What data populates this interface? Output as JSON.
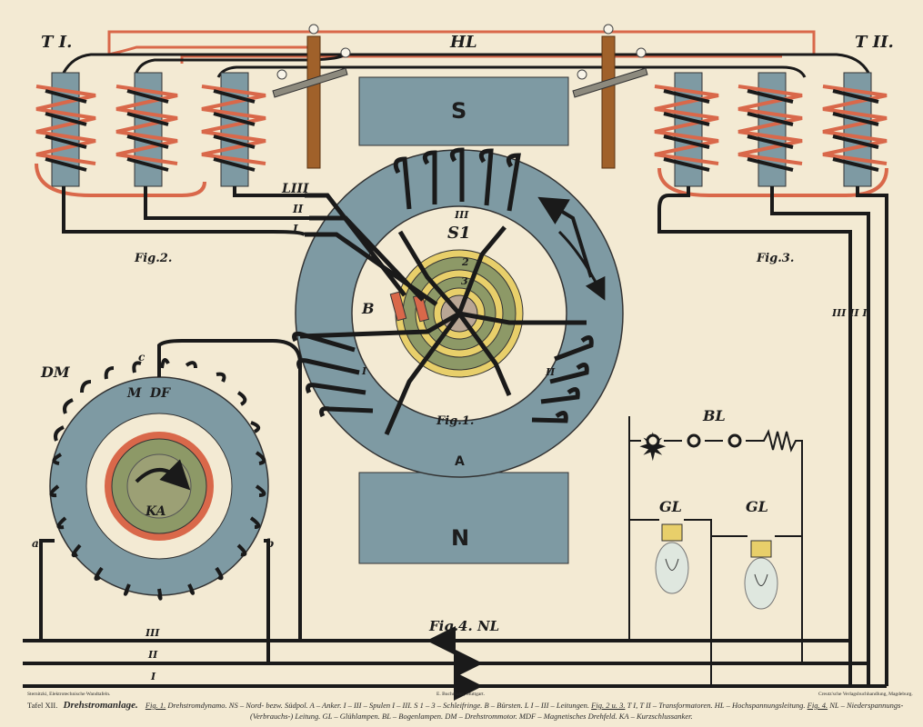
{
  "labels": {
    "t1": "T I.",
    "t2": "T II.",
    "hl": "HL",
    "fig2": "Fig.2.",
    "fig3": "Fig.3.",
    "fig1": "Fig.1.",
    "fig4": "Fig.4. NL",
    "lm": "LIII",
    "l2": "II",
    "l1": "I",
    "s1": "S1",
    "ring2": "2",
    "ring3": "3",
    "brush": "B",
    "coil3": "III",
    "coil1": "I",
    "coil2": "II",
    "armature": "A",
    "pole_s": "S",
    "pole_n": "N",
    "dm": "DM",
    "m": "M",
    "df": "DF",
    "ka": "KA",
    "tap_a": "a",
    "tap_b": "b",
    "tap_c": "c",
    "bl": "BL",
    "gl1": "GL",
    "gl2": "GL",
    "right_lines": "III  II  I",
    "nl3": "III",
    "nl2": "II",
    "nl1": "I"
  },
  "footer": {
    "left_small": "Sternitzki, Elektrotechnische Wandtafeln.",
    "center_small": "E. Buchmann, Stuttgart.",
    "right_small": "Creutz'sche Verlagsbuchhandlung, Magdeburg.",
    "tafel": "Tafel XII.",
    "title": "Drehstromanlage.",
    "fig1": "Fig. 1.",
    "fig1_text": "Drehstromdynamo.  NS – Nord- bezw. Südpol.  A – Anker.  I – III – Spulen I – III.  S 1 – 3 – Schleifringe.  B – Bürsten.  L I – III – Leitungen.",
    "fig23": "Fig. 2 u. 3.",
    "fig23_text": "T I, T II – Transformatoren.  HL – Hochspannungsleitung.",
    "fig4": "Fig. 4.",
    "fig4_text": "NL – Niederspannungs-",
    "line2": "(Verbrauchs-) Leitung.  GL – Glühlampen.  BL – Bogenlampen.  DM – Drehstrommotor.  MDF – Magnetisches Drehfeld.  KA – Kurzschlussanker."
  },
  "colors": {
    "paper": "#f3ead3",
    "iron": "#7e9aa3",
    "wire": "#1a1a1a",
    "copper": "#d9684a",
    "ring_yellow": "#e8cf6a",
    "ring_green": "#8d9967",
    "pole_wood": "#a0612a"
  }
}
